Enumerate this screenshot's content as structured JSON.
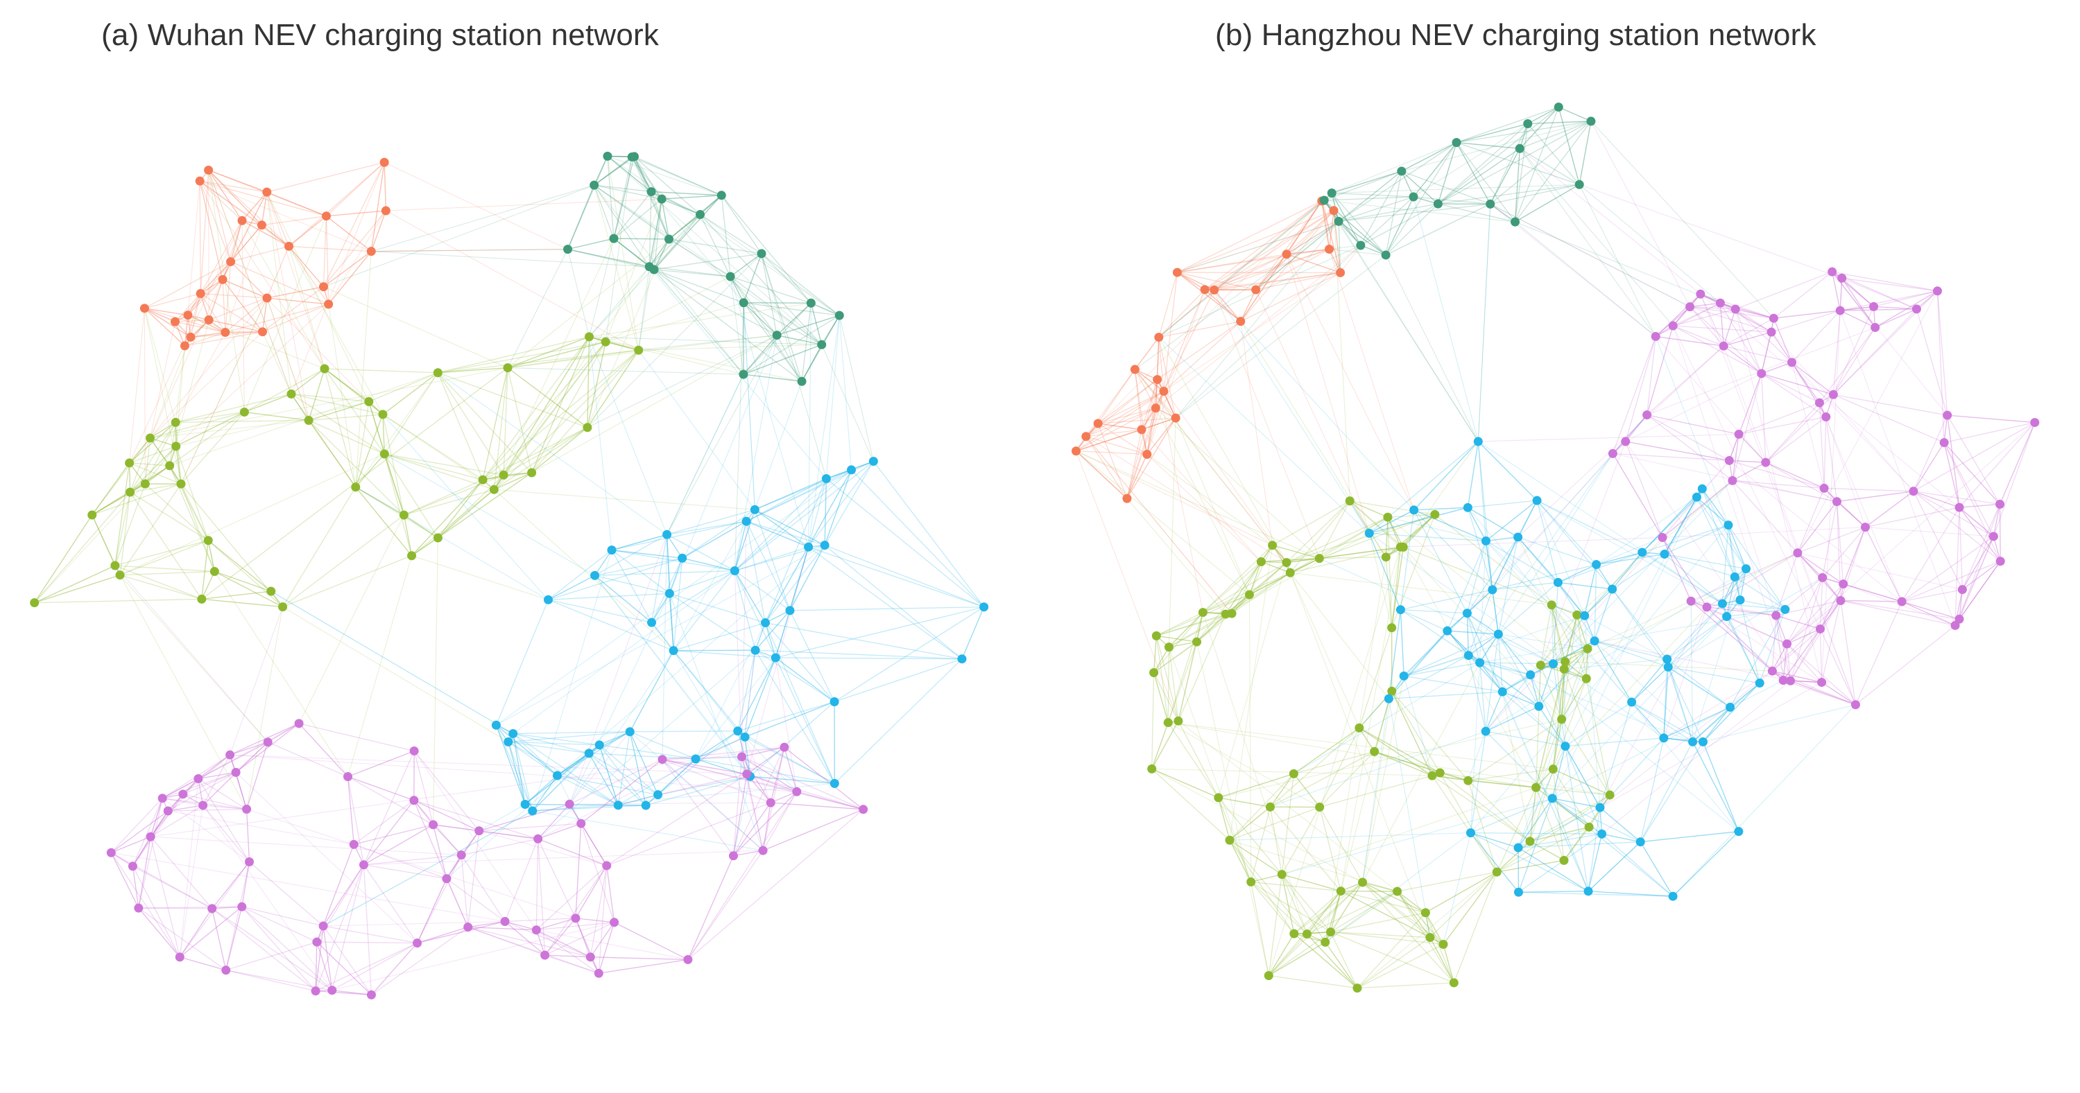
{
  "figure": {
    "panels": [
      {
        "id": "a",
        "title": "(a) Wuhan NEV charging station network",
        "communities": [
          {
            "key": "orange",
            "color": "#f47a55",
            "nodes": 24
          },
          {
            "key": "teal",
            "color": "#3e9a78",
            "nodes": 22
          },
          {
            "key": "olive",
            "color": "#8db82e",
            "nodes": 38
          },
          {
            "key": "cyan",
            "color": "#23b4e8",
            "nodes": 40
          },
          {
            "key": "violet",
            "color": "#cd74d9",
            "nodes": 56
          }
        ]
      },
      {
        "id": "b",
        "title": "(b) Hangzhou NEV charging station network",
        "communities": [
          {
            "key": "orange",
            "color": "#f47a55",
            "nodes": 22
          },
          {
            "key": "teal",
            "color": "#3e9a78",
            "nodes": 16
          },
          {
            "key": "olive",
            "color": "#8db82e",
            "nodes": 64
          },
          {
            "key": "cyan",
            "color": "#23b4e8",
            "nodes": 56
          },
          {
            "key": "violet",
            "color": "#cd74d9",
            "nodes": 58
          }
        ]
      }
    ]
  }
}
